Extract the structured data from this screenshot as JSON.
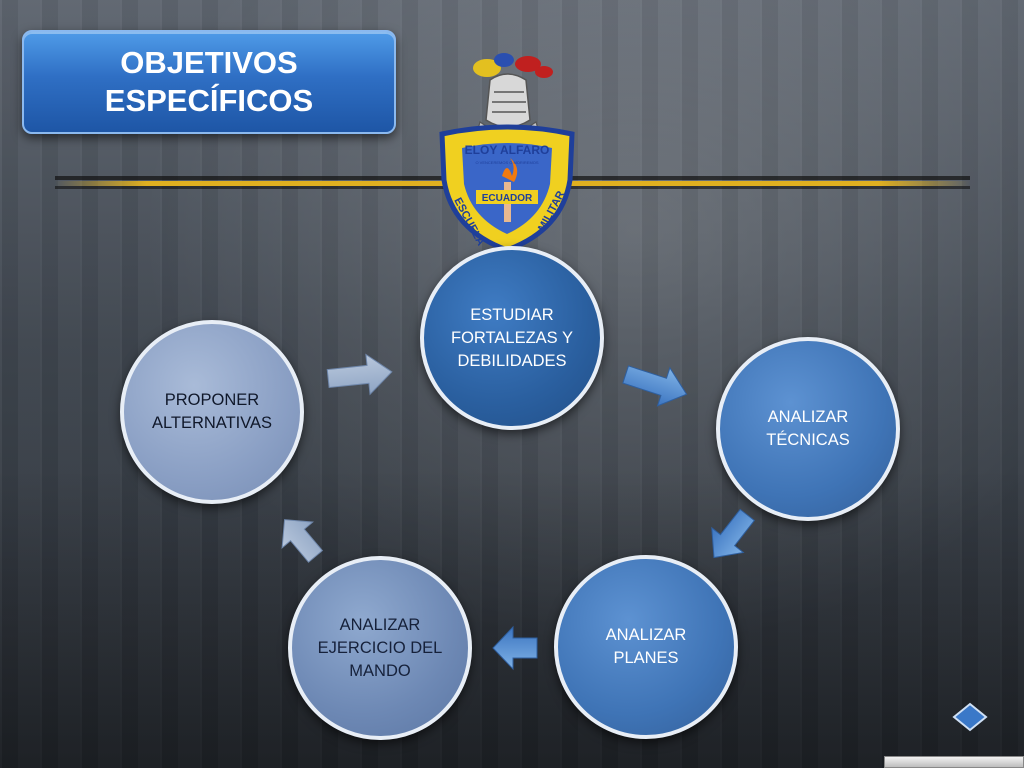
{
  "slide": {
    "title_line1": "OBJETIVOS",
    "title_line2": "ESPECÍFICOS"
  },
  "crest": {
    "top_text": "ELOY ALFARO",
    "motto": "O VENCEREMOS O MORIREMOS",
    "country": "ECUADOR",
    "left_text": "ESCUELA",
    "right_text": "MILITAR"
  },
  "cycle": {
    "nodes": [
      {
        "id": "estudiar",
        "label": "ESTUDIAR\nFORTALEZAS Y\nDEBILIDADES"
      },
      {
        "id": "tecnicas",
        "label": "ANALIZAR\nTÉCNICAS"
      },
      {
        "id": "planes",
        "label": "ANALIZAR\nPLANES"
      },
      {
        "id": "mando",
        "label": "ANALIZAR\nEJERCICIO DEL\nMANDO"
      },
      {
        "id": "proponer",
        "label": "PROPONER\nALTERNATIVAS"
      }
    ]
  },
  "colors": {
    "title_blue": "#2f6fc4",
    "gold": "#e0b020",
    "node_dark": "#2a5f9f",
    "node_pale": "#8a9fc4"
  }
}
